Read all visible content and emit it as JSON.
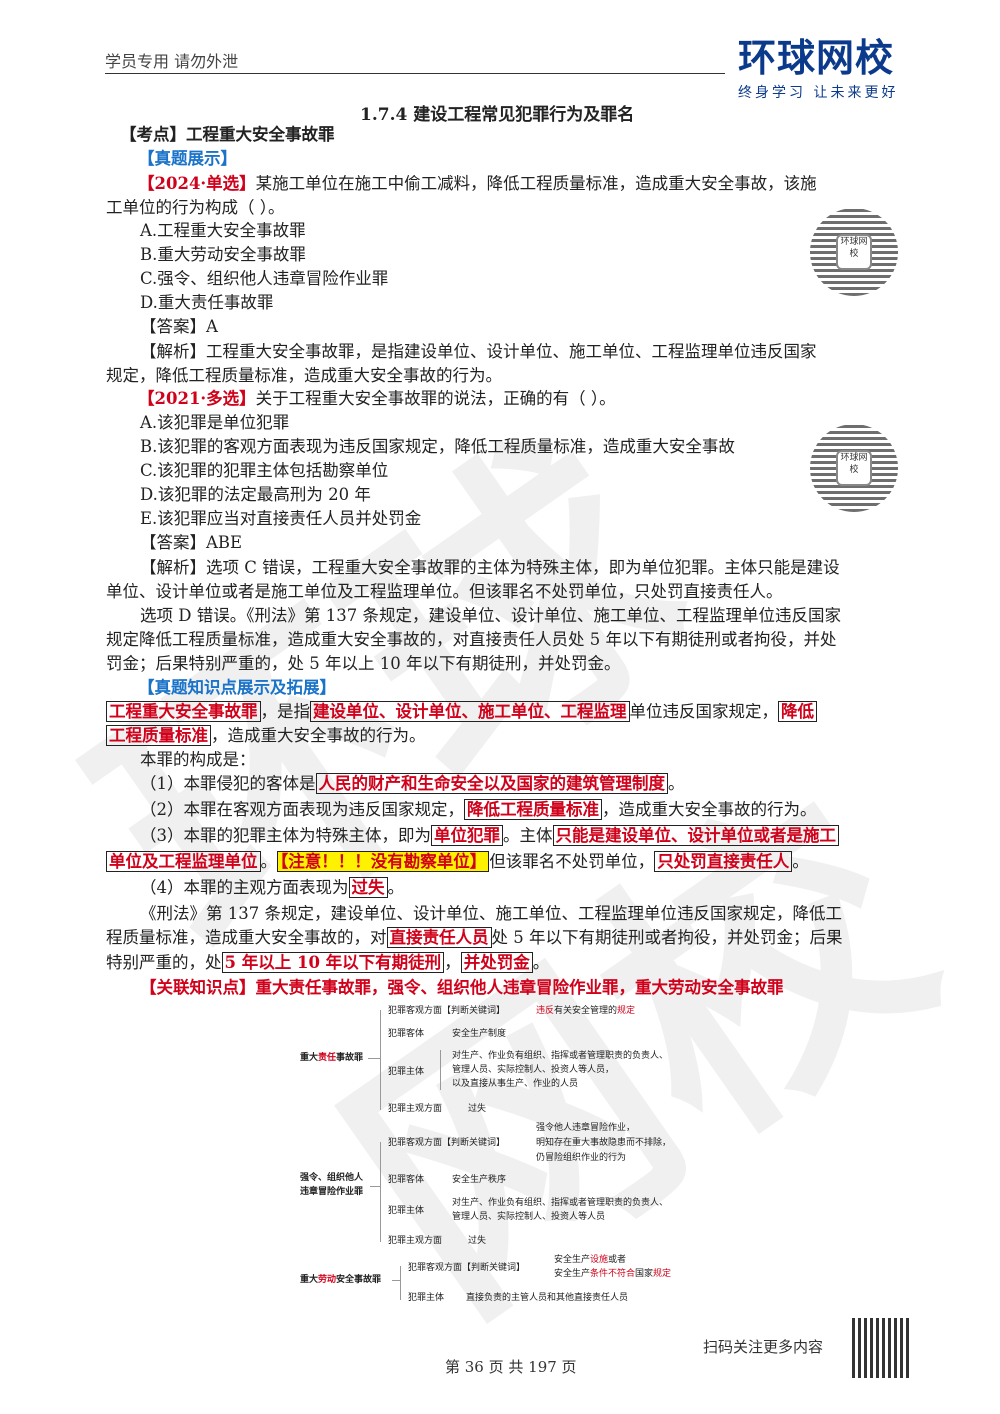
{
  "header": {
    "left_text": "学员专用  请勿外泄",
    "logo": "环球网校",
    "slogan": "终身学习 让未来更好"
  },
  "section_title": "1.7.4 建设工程常见犯罪行为及罪名",
  "kaodian": "【考点】工程重大安全事故罪",
  "zhenti": "【真题展示】",
  "q1": {
    "tag": "【2024·单选】",
    "stem1": "某施工单位在施工中偷工减料，降低工程质量标准，造成重大安全事故，该施",
    "stem2": "工单位的行为构成（    ）。",
    "options": [
      "A.工程重大安全事故罪",
      "B.重大劳动安全事故罪",
      "C.强令、组织他人违章冒险作业罪",
      "D.重大责任事故罪"
    ],
    "answer": "【答案】A",
    "analysis1": "【解析】工程重大安全事故罪，是指建设单位、设计单位、施工单位、工程监理单位违反国家",
    "analysis2": "规定，降低工程质量标准，造成重大安全事故的行为。"
  },
  "q2": {
    "tag": "【2021·多选】",
    "stem": "关于工程重大安全事故罪的说法，正确的有（    ）。",
    "options": [
      "A.该犯罪是单位犯罪",
      "B.该犯罪的客观方面表现为违反国家规定，降低工程质量标准，造成重大安全事故",
      "C.该犯罪的犯罪主体包括勘察单位",
      "D.该犯罪的法定最高刑为 20 年",
      "E.该犯罪应当对直接责任人员并处罚金"
    ],
    "answer": "【答案】ABE",
    "analysis1": "【解析】选项 C 错误，工程重大安全事故罪的主体为特殊主体，即为单位犯罪。主体只能是建设",
    "analysis2": "单位、设计单位或者是施工单位及工程监理单位。但该罪名不处罚单位，只处罚直接责任人。",
    "analysis3": "选项 D 错误。《刑法》第 137 条规定，建设单位、设计单位、施工单位、工程监理单位违反国家",
    "analysis4": "规定降低工程质量标准，造成重大安全事故的，对直接责任人员处 5 年以下有期徒刑或者拘役，并处",
    "analysis5": "罚金；后果特别严重的，处 5 年以上 10 年以下有期徒刑，并处罚金。"
  },
  "knowledge": {
    "heading": "【真题知识点展示及拓展】",
    "k1": "工程重大安全事故罪",
    "k2": "，是指",
    "k3": "建设单位、设计单位、施工单位、工程监理",
    "k4": "单位违反国家规定，",
    "k5": "降低",
    "k6": "工程质量标准",
    "k7": "，造成重大安全事故的行为。",
    "goucheng": "本罪的构成是：",
    "c1a": "（1）本罪侵犯的客体是",
    "c1b": "人民的财产和生命安全以及国家的建筑管理制度",
    "c1c": "。",
    "c2a": "（2）本罪在客观方面表现为违反国家规定，",
    "c2b": "降低工程质量标准",
    "c2c": "，造成重大安全事故的行为。",
    "c3a": "（3）本罪的犯罪主体为特殊主体，即为",
    "c3b": "单位犯罪",
    "c3c": "。主体",
    "c3d": "只能是建设单位、设计单位或者是施工",
    "c3e": "单位及工程监理单位",
    "c3f": "。",
    "c3g": "【注意！！！没有勘察单位】",
    "c3h": "但该罪名不处罚单位，",
    "c3i": "只处罚直接责任人",
    "c3j": "。",
    "c4a": "（4）本罪的主观方面表现为",
    "c4b": "过失",
    "c4c": "。",
    "law1": "《刑法》第 137  条规定，建设单位、设计单位、施工单位、工程监理单位违反国家规定，降低工",
    "law2a": "程质量标准，造成重大安全事故的，对",
    "law2b": "直接责任人员",
    "law2c": "处 5  年以下有期徒刑或者拘役，并处罚金；后果",
    "law3a": "特别严重的，处",
    "law3b": "5  年以上 10  年以下有期徒刑",
    "law3c": "，",
    "law3d": "并处罚金",
    "law3e": "。",
    "related": "【关联知识点】重大责任事故罪，强令、组织他人违章冒险作业罪，重大劳动安全事故罪"
  },
  "mindmap": {
    "m1_root_a": "重大",
    "m1_root_b": "责任",
    "m1_root_c": "事故罪",
    "m1_r1": "犯罪客观方面【判断关键词】",
    "m1_r1v_a": "违反",
    "m1_r1v_b": "有关安全管理的",
    "m1_r1v_c": "规定",
    "m1_r2": "犯罪客体",
    "m1_r2v": "安全生产制度",
    "m1_r3": "犯罪主体",
    "m1_r3v1": "对生产、作业负有组织、指挥或者管理职责的负责人、",
    "m1_r3v2": "管理人员、实际控制人、投资人等人员，",
    "m1_r3v3": "以及直接从事生产、作业的人员",
    "m1_r4": "犯罪主观方面",
    "m1_r4v": "过失",
    "m2_root1": "强令、组织他人",
    "m2_root2": "违章冒险作业罪",
    "m2_r1": "犯罪客观方面【判断关键词】",
    "m2_r1v1": "强令他人违章冒险作业，",
    "m2_r1v2": "明知存在重大事故隐患而不排除，",
    "m2_r1v3": "仍冒险组织作业的行为",
    "m2_r2": "犯罪客体",
    "m2_r2v": "安全生产秩序",
    "m2_r3": "犯罪主体",
    "m2_r3v1": "对生产、作业负有组织、指挥或者管理职责的负责人、",
    "m2_r3v2": "管理人员、实际控制人、投资人等人员",
    "m2_r4": "犯罪主观方面",
    "m2_r4v": "过失",
    "m3_root_a": "重大",
    "m3_root_b": "劳动",
    "m3_root_c": "安全事故罪",
    "m3_r1": "犯罪客观方面【判断关键词】",
    "m3_r1v1a": "安全生产",
    "m3_r1v1b": "设施",
    "m3_r1v1c": "或者",
    "m3_r1v2a": "安全生产",
    "m3_r1v2b": "条件不符合",
    "m3_r1v2c": "国家",
    "m3_r1v2d": "规定",
    "m3_r2": "犯罪主体",
    "m3_r2v": "直接负责的主管人员和其他直接责任人员"
  },
  "footer": {
    "page": "第 36 页 共 197 页",
    "scan": "扫码关注更多内容"
  },
  "watermark": "环球网校",
  "qr_label": "环球网校",
  "colors": {
    "red": "#d0021b",
    "blue": "#1a73c8",
    "logo": "#0b3a8c",
    "highlight": "#fff200"
  }
}
